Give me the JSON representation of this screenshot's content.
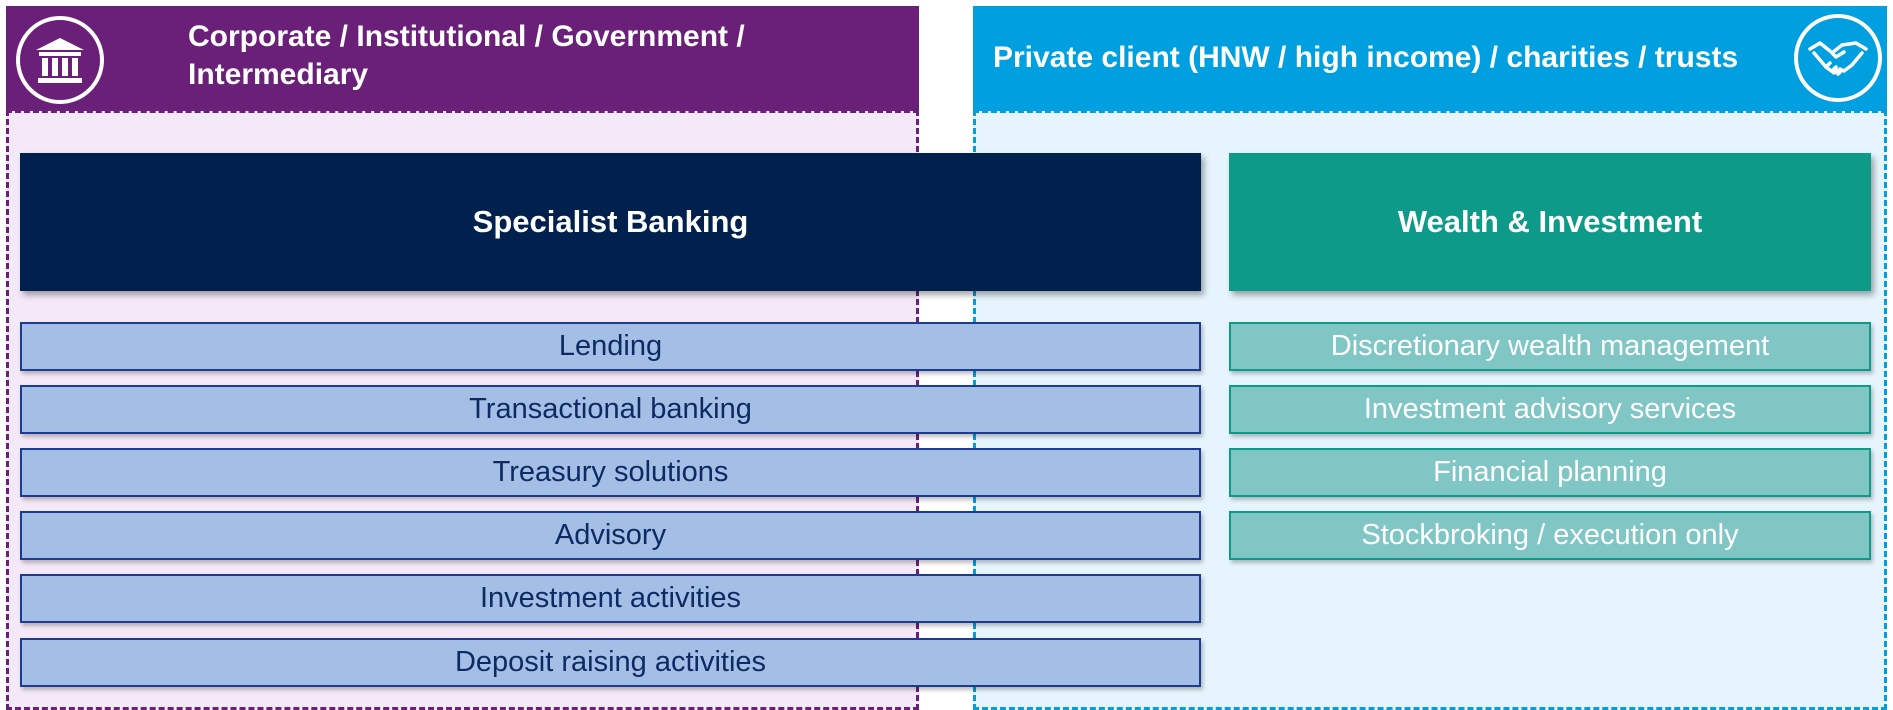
{
  "segments": {
    "left": {
      "title": "Corporate / Institutional / Government / Intermediary",
      "icon": "bank-building-icon",
      "color": "#6a2079",
      "zone_color": "#f4e9f8"
    },
    "right": {
      "title": "Private client (HNW / high income) / charities / trusts",
      "icon": "handshake-icon",
      "color": "#009fdf",
      "zone_color": "#e6f5fd"
    }
  },
  "divisions": {
    "specialist_banking": {
      "title": "Specialist Banking",
      "color": "#00204d",
      "item_color": "#a3bfe6",
      "items": [
        "Lending",
        "Transactional banking",
        "Treasury solutions",
        "Advisory",
        "Investment activities",
        "Deposit raising activities"
      ]
    },
    "wealth_investment": {
      "title": "Wealth & Investment",
      "color": "#0e9a88",
      "item_color": "#7fc6c4",
      "items": [
        "Discretionary wealth management",
        "Investment advisory services",
        "Financial planning",
        "Stockbroking / execution only"
      ]
    }
  }
}
